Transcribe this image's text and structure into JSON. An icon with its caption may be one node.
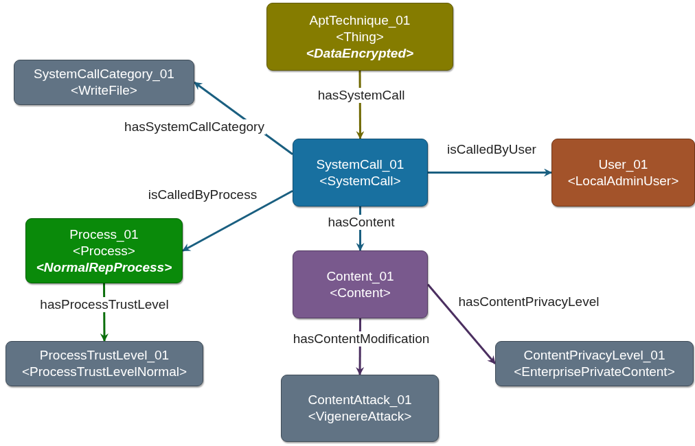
{
  "diagram": {
    "nodes": [
      {
        "text": [
          "AptTechnique_01",
          "<Thing>",
          "<DataEncrypted>"
        ]
      },
      {
        "text": [
          "SystemCallCategory_01",
          "<WriteFile>"
        ]
      },
      {
        "text": [
          "SystemCall_01",
          "<SystemCall>"
        ]
      },
      {
        "text": [
          "User_01",
          "<LocalAdminUser>"
        ]
      },
      {
        "text": [
          "Process_01",
          "<Process>",
          "<NormalRepProcess>"
        ]
      },
      {
        "text": [
          "Content_01",
          "<Content>"
        ]
      },
      {
        "text": [
          "ProcessTrustLevel_01",
          "<ProcessTrustLevelNormal>"
        ]
      },
      {
        "text": [
          "ContentAttack_01",
          "<VigenereAttack>"
        ]
      },
      {
        "text": [
          "ContentPrivacyLevel_01",
          "<EnterprisePrivateContent>"
        ]
      }
    ],
    "edges": [
      {
        "from": 0,
        "to": 2,
        "arrow": "to",
        "label": "hasSystemCall",
        "color": "#6f6800"
      },
      {
        "from": 2,
        "to": 1,
        "arrow": "to",
        "label": "hasSystemCallCategory"
      },
      {
        "from": 2,
        "to": 3,
        "arrow": "to",
        "label": "isCalledByUser"
      },
      {
        "from": 2,
        "to": 4,
        "arrow": "to",
        "label": "isCalledByProcess"
      },
      {
        "from": 2,
        "to": 5,
        "arrow": "to",
        "label": "hasContent"
      },
      {
        "from": 4,
        "to": 6,
        "arrow": "to",
        "label": "hasProcessTrustLevel",
        "color": "#0b6e0b"
      },
      {
        "from": 5,
        "to": 7,
        "arrow": "to",
        "label": "hasContentModification",
        "color": "#4b2f60"
      },
      {
        "from": 5,
        "to": 8,
        "arrow": "to",
        "label": "hasContentPrivacyLevel",
        "color": "#4b2f60"
      }
    ]
  }
}
